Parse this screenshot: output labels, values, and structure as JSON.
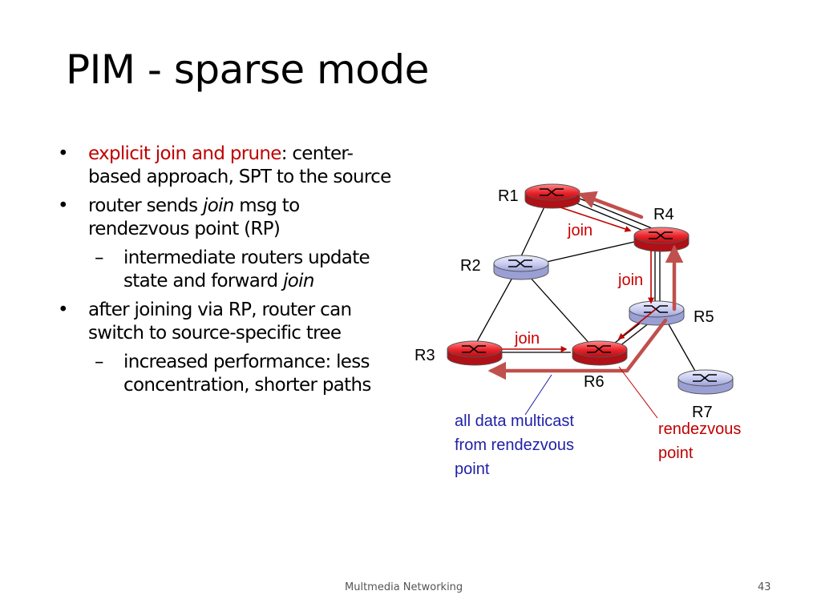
{
  "slide": {
    "title": "PIM - sparse mode",
    "bullets": [
      {
        "highlight": "explicit join and prune",
        "rest": ": center-based approach, SPT to the source"
      },
      {
        "pre": "router sends ",
        "italic": "join",
        "post": " msg to rendezvous point (RP)"
      },
      {
        "pre": "intermediate routers update state and forward ",
        "italic": "join"
      },
      {
        "text": "after joining via RP, router can switch to source-specific tree"
      },
      {
        "text": "increased performance: less concentration, shorter paths"
      }
    ],
    "bullet_symbol": "•",
    "sub_symbol": "–"
  },
  "diagram": {
    "routers": [
      {
        "id": "R1",
        "label": "R1",
        "state": "joined"
      },
      {
        "id": "R2",
        "label": "R2",
        "state": "idle"
      },
      {
        "id": "R3",
        "label": "R3",
        "state": "joined"
      },
      {
        "id": "R4",
        "label": "R4",
        "state": "joined"
      },
      {
        "id": "R5",
        "label": "R5",
        "state": "idle"
      },
      {
        "id": "R6",
        "label": "R6",
        "state": "joined"
      },
      {
        "id": "R7",
        "label": "R7",
        "state": "idle"
      }
    ],
    "links": [
      [
        "R1",
        "R2"
      ],
      [
        "R1",
        "R4"
      ],
      [
        "R2",
        "R4"
      ],
      [
        "R2",
        "R3"
      ],
      [
        "R2",
        "R6"
      ],
      [
        "R3",
        "R6"
      ],
      [
        "R4",
        "R5"
      ],
      [
        "R5",
        "R6"
      ],
      [
        "R5",
        "R7"
      ]
    ],
    "join_label": "join",
    "annotation_data": "all data multicast\nfrom rendezvous\npoint",
    "annotation_rp": "rendezvous\npoint",
    "colors": {
      "joined": "#e8232a",
      "idle": "#c3c7ee",
      "arrow": "#c0504d",
      "join_text": "#cc0000",
      "note_blue": "#1f1fa8",
      "note_red": "#c00000"
    }
  },
  "footer": {
    "center": "Multmedia Networking",
    "page": "43"
  }
}
